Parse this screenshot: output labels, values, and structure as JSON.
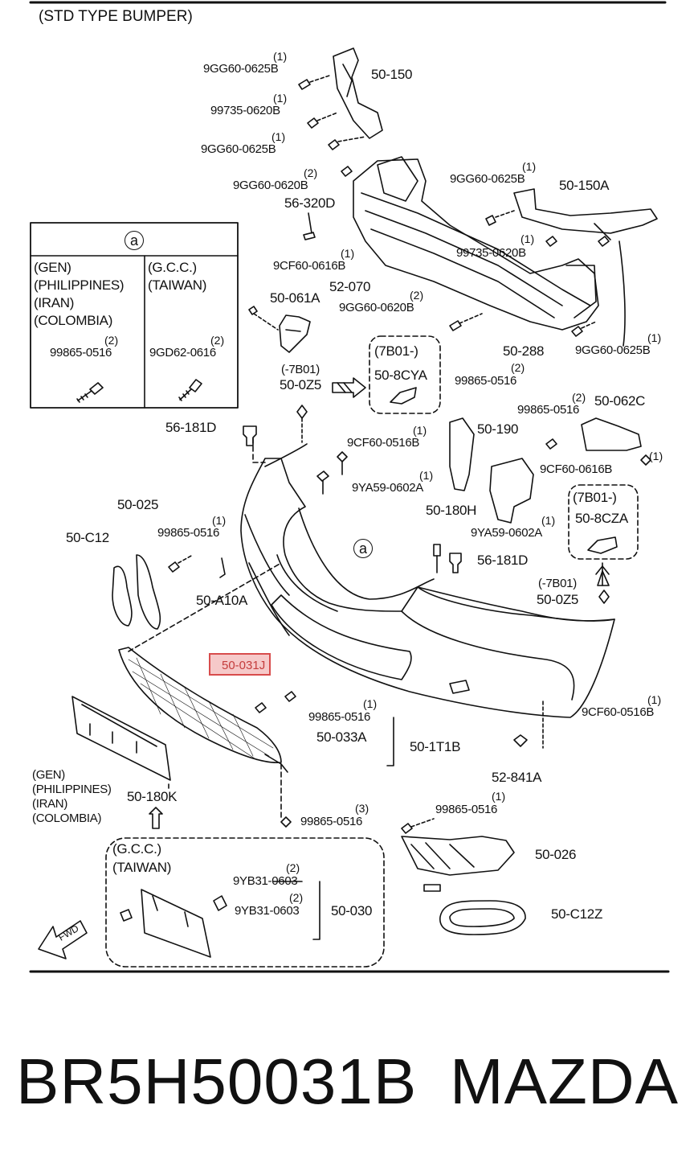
{
  "title": "(STD TYPE BUMPER)",
  "footer": {
    "part_number": "BR5H50031B",
    "brand": "MAZDA"
  },
  "highlight": {
    "label": "50-031J",
    "color": "#d84c4c"
  },
  "inset_a": {
    "symbol": "a",
    "col1_regions": [
      "(GEN)",
      "(PHILIPPINES)",
      "(IRAN)",
      "(COLOMBIA)"
    ],
    "col2_regions": [
      "(G.C.C.)",
      "(TAIWAN)"
    ],
    "col1_part": "99865-0516",
    "col1_qty": "(2)",
    "col2_part": "9GD62-0616",
    "col2_qty": "(2)"
  },
  "box_7b01_top": {
    "title": "(7B01-)",
    "part": "50-8CYA"
  },
  "box_7b01_right": {
    "title": "(7B01-)",
    "part": "50-8CZA"
  },
  "gcc_box": {
    "regions": [
      "(G.C.C.)",
      "(TAIWAN)"
    ]
  },
  "gen_regions": [
    "(GEN)",
    "(PHILIPPINES)",
    "(IRAN)",
    "(COLOMBIA)"
  ],
  "fwd": "FWD",
  "labels": [
    {
      "id": "l1",
      "text": "9GG60-0625B",
      "qty": "(1)"
    },
    {
      "id": "l2",
      "text": "50-150"
    },
    {
      "id": "l3",
      "text": "99735-0620B",
      "qty": "(1)"
    },
    {
      "id": "l4",
      "text": "9GG60-0625B",
      "qty": "(1)"
    },
    {
      "id": "l5",
      "text": "9GG60-0620B",
      "qty": "(2)"
    },
    {
      "id": "l6",
      "text": "56-320D"
    },
    {
      "id": "l7",
      "text": "9GG60-0625B",
      "qty": "(1)"
    },
    {
      "id": "l8",
      "text": "50-150A"
    },
    {
      "id": "l9",
      "text": "99735-0620B",
      "qty": "(1)"
    },
    {
      "id": "l10",
      "text": "9CF60-0616B",
      "qty": "(1)"
    },
    {
      "id": "l11",
      "text": "52-070"
    },
    {
      "id": "l12",
      "text": "50-061A"
    },
    {
      "id": "l13",
      "text": "9GG60-0620B",
      "qty": "(2)"
    },
    {
      "id": "l14",
      "text": "50-288"
    },
    {
      "id": "l15",
      "text": "9GG60-0625B",
      "qty": "(1)"
    },
    {
      "id": "l16",
      "text": "(-7B01)"
    },
    {
      "id": "l17",
      "text": "50-0Z5"
    },
    {
      "id": "l18",
      "text": "99865-0516",
      "qty": "(2)"
    },
    {
      "id": "l19",
      "text": "50-062C"
    },
    {
      "id": "l20",
      "text": "99865-0516",
      "qty": "(2)"
    },
    {
      "id": "l21",
      "text": "56-181D"
    },
    {
      "id": "l22",
      "text": "9CF60-0516B",
      "qty": "(1)"
    },
    {
      "id": "l23",
      "text": "50-190"
    },
    {
      "id": "l24",
      "text": "9CF60-0616B",
      "qty": "(1)"
    },
    {
      "id": "l25",
      "text": "9YA59-0602A",
      "qty": "(1)"
    },
    {
      "id": "l26",
      "text": "50-180H"
    },
    {
      "id": "l27",
      "text": "50-025"
    },
    {
      "id": "l28",
      "text": "50-C12"
    },
    {
      "id": "l29",
      "text": "99865-0516",
      "qty": "(1)"
    },
    {
      "id": "l30",
      "text": "9YA59-0602A",
      "qty": "(1)"
    },
    {
      "id": "l31",
      "text": "56-181D"
    },
    {
      "id": "l32",
      "text": "50-A10A"
    },
    {
      "id": "l33",
      "text": "(-7B01)"
    },
    {
      "id": "l34",
      "text": "50-0Z5"
    },
    {
      "id": "l35",
      "text": "9CF60-0516B",
      "qty": "(1)"
    },
    {
      "id": "l36",
      "text": "99865-0516",
      "qty": "(1)"
    },
    {
      "id": "l37",
      "text": "50-033A"
    },
    {
      "id": "l38",
      "text": "50-1T1B"
    },
    {
      "id": "l39",
      "text": "52-841A"
    },
    {
      "id": "l40",
      "text": "50-180K"
    },
    {
      "id": "l41",
      "text": "99865-0516",
      "qty": "(3)"
    },
    {
      "id": "l42",
      "text": "99865-0516",
      "qty": "(1)"
    },
    {
      "id": "l43",
      "text": "50-026"
    },
    {
      "id": "l44",
      "text": "9YB31-0603",
      "qty": "(2)"
    },
    {
      "id": "l45",
      "text": "9YB31-0603",
      "qty": "(2)"
    },
    {
      "id": "l46",
      "text": "50-030"
    },
    {
      "id": "l47",
      "text": "50-C12Z"
    }
  ]
}
